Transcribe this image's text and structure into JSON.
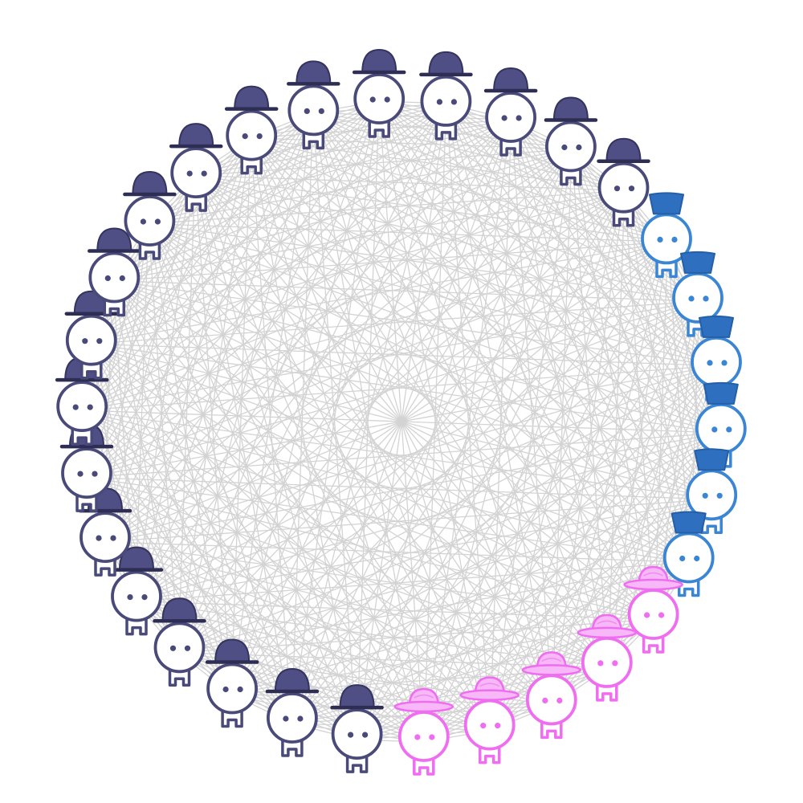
{
  "diagram": {
    "type": "complete-graph-circle",
    "title": "",
    "edge_color": "#d3d3d3",
    "node_count": 30,
    "groups": [
      {
        "id": "fez",
        "hat": "fez",
        "count": 6,
        "body_color": "#3a86d4",
        "hat_color": "#2f6fc0"
      },
      {
        "id": "sunhat",
        "hat": "sunhat",
        "count": 5,
        "body_color": "#f06cf0",
        "hat_color": "#f6b8f6"
      },
      {
        "id": "bowler",
        "hat": "bowler",
        "count": 19,
        "body_color": "#4a4a7a",
        "hat_color": "#4f4f86"
      }
    ],
    "nodes": [
      "bowler",
      "bowler",
      "bowler",
      "bowler",
      "bowler",
      "bowler",
      "bowler",
      "bowler",
      "bowler",
      "bowler",
      "bowler",
      "bowler",
      "bowler",
      "bowler",
      "bowler",
      "bowler",
      "bowler",
      "bowler",
      "bowler",
      "fez",
      "fez",
      "fez",
      "fez",
      "fez",
      "fez",
      "sunhat",
      "sunhat",
      "sunhat",
      "sunhat",
      "sunhat"
    ]
  }
}
